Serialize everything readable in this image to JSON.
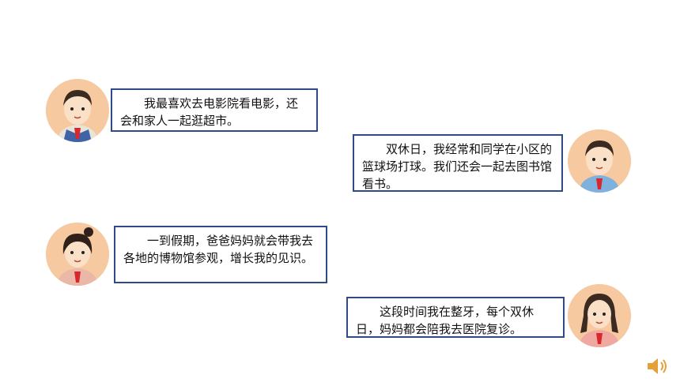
{
  "slide": {
    "dialogues": [
      {
        "speaker_icon": "boy-avatar",
        "text": "我最喜欢去电影院看电影，还会和家人一起逛超市。"
      },
      {
        "speaker_icon": "boy-avatar",
        "text": "双休日，我经常和同学在小区的篮球场打球。我们还会一起去图书馆看书。"
      },
      {
        "speaker_icon": "girl-avatar",
        "text": "一到假期，爸爸妈妈就会带我去各地的博物馆参观，增长我的见识。"
      },
      {
        "speaker_icon": "girl-avatar",
        "text": "这段时间我在整牙，每个双休日，妈妈都会陪我去医院复诊。"
      }
    ],
    "audio_icon": "speaker-icon",
    "colors": {
      "bubble_border": "#2f4a8a",
      "avatar_bg": "#f6c9a0"
    }
  }
}
